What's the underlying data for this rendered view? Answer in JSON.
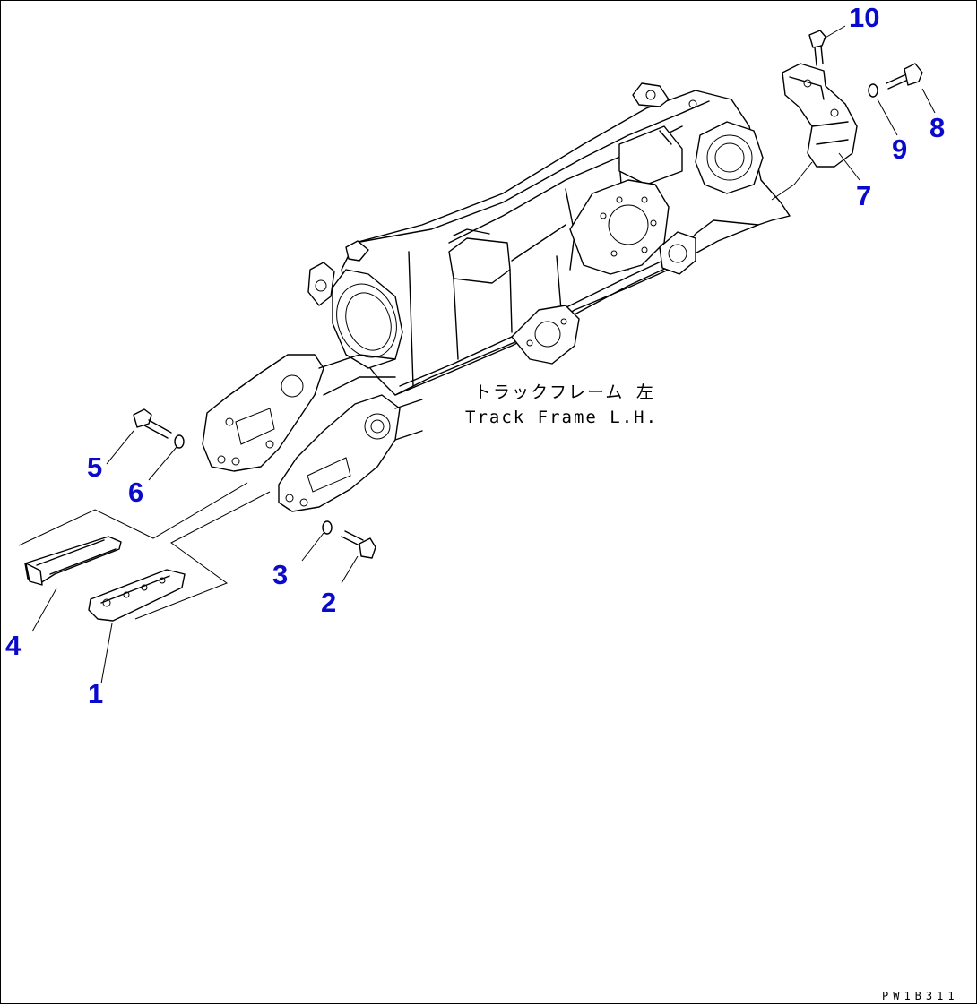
{
  "diagram": {
    "caption_jp": "トラックフレーム 左",
    "caption_en": "Track Frame L.H.",
    "drawing_code": "PW1B311",
    "callouts": [
      "1",
      "2",
      "3",
      "4",
      "5",
      "6",
      "7",
      "8",
      "9",
      "10"
    ],
    "callout_color": "#0a0acc",
    "line_color": "#000000"
  }
}
